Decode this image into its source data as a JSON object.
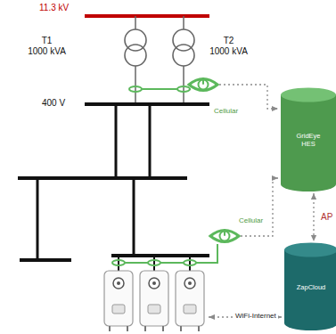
{
  "diagram": {
    "nodes": [
      {
        "text": [
          "T1",
          "1000 kVA"
        ]
      },
      {
        "text": [
          "T2",
          "1000 kVA"
        ]
      },
      {
        "text": [
          "GridEye HES"
        ]
      },
      {
        "text": [
          "ZapCloud"
        ]
      }
    ],
    "edges": [
      {
        "from": 2,
        "to": 3,
        "arrow": "both",
        "label": "AP"
      }
    ],
    "labels": [
      "11.3 kV",
      "400 V",
      "Cellular",
      "Cellular",
      "WiFi-Internet"
    ]
  }
}
